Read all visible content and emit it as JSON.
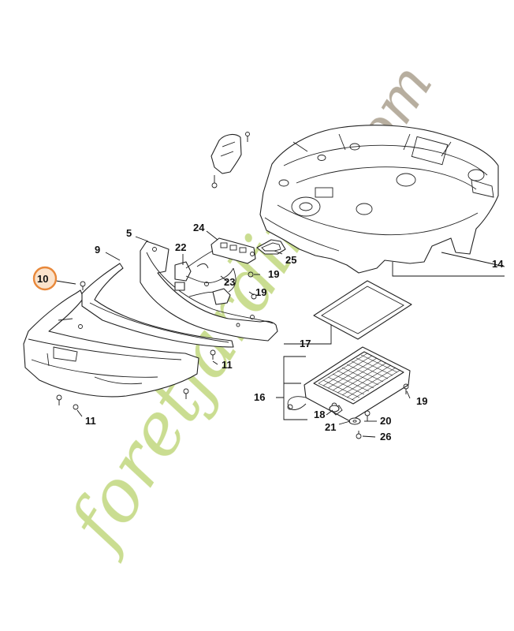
{
  "diagram": {
    "highlight_color": "#e8883a",
    "callouts": [
      {
        "id": "10",
        "label": "10",
        "highlighted": true
      },
      {
        "id": "9",
        "label": "9"
      },
      {
        "id": "5",
        "label": "5"
      },
      {
        "id": "22",
        "label": "22"
      },
      {
        "id": "24",
        "label": "24"
      },
      {
        "id": "23",
        "label": "23"
      },
      {
        "id": "25",
        "label": "25"
      },
      {
        "id": "19a",
        "label": "19"
      },
      {
        "id": "19b",
        "label": "19"
      },
      {
        "id": "19c",
        "label": "19"
      },
      {
        "id": "11a",
        "label": "11"
      },
      {
        "id": "11b",
        "label": "11"
      },
      {
        "id": "17",
        "label": "17"
      },
      {
        "id": "16",
        "label": "16"
      },
      {
        "id": "18",
        "label": "18"
      },
      {
        "id": "20",
        "label": "20"
      },
      {
        "id": "21",
        "label": "21"
      },
      {
        "id": "26",
        "label": "26"
      },
      {
        "id": "14",
        "label": "14"
      }
    ]
  },
  "watermark": {
    "brand": "foretjardin",
    "suffix": ".com",
    "green_color": "#c8dc8c",
    "gray_color": "#b4aa9a"
  }
}
